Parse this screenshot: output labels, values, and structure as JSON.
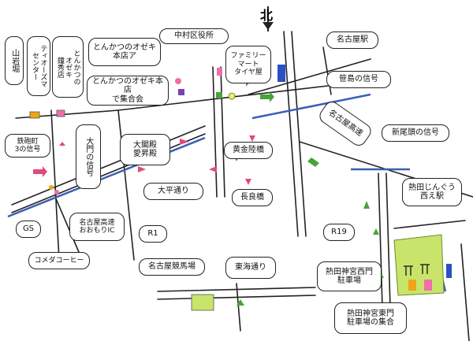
{
  "labels": {
    "yamaiwa": "山岩堀",
    "tv_center": "ティオーズマ\nセンター",
    "tonkatsu_kanbun": "とんかつの\nオゼキ\n鐘秀店",
    "tonkatsu_honten_a": "とんかつのオゼキ\n本店ア",
    "nakamura_ward": "中村区役所",
    "family_mart": "ファミリー\nマート\nタイヤ屋",
    "nagoya_station": "名古屋駅",
    "sasashima_signal": "笹島の信号",
    "tonkatsu_honten_meeting": "とんかつのオゼキ本店\nで集合会",
    "daimon_signal": "大門の信号",
    "taikan_hall": "大閣殿\n愛昇殿",
    "yomiya_signal": "鉄砲町\n3の信号",
    "kogane_bridge": "黄金陸橋",
    "nagoya_expressway_kogane": "名古屋高速",
    "shinohata_signal": "新尾頭の信号",
    "jingu_station": "熱田じんぐう\n西え駅",
    "taihei_street": "大平通り",
    "nagara_bridge": "長良橋",
    "gs": "GS",
    "nagoya_exp_oshimori": "名古屋高速\nおおもりIC",
    "komeda": "コメダコーヒー",
    "r1": "R1",
    "r19": "R19",
    "nagoya_racecourse": "名古屋競馬場",
    "tokai_street": "東海通り",
    "atsuta_west_parking": "熱田神宮西門\n駐車場",
    "atsuta_east_parking": "熱田神宮東門\n駐車場の集合",
    "north_mark": "北"
  },
  "colors": {
    "road_black": "#222222",
    "railway_blue": "#3a5fb5",
    "station_blue": "#2c4fc4",
    "shrine_green": "#c8e46b",
    "marker_orange": "#f0a418",
    "marker_pink": "#f06fa8",
    "marker_yellow": "#f2f24a",
    "arrow_green": "#49a23a",
    "arrow_pink": "#e04b7a"
  },
  "icons": [
    "north-arrow-icon",
    "shrine-gate-icon",
    "direction-arrow-icon"
  ]
}
